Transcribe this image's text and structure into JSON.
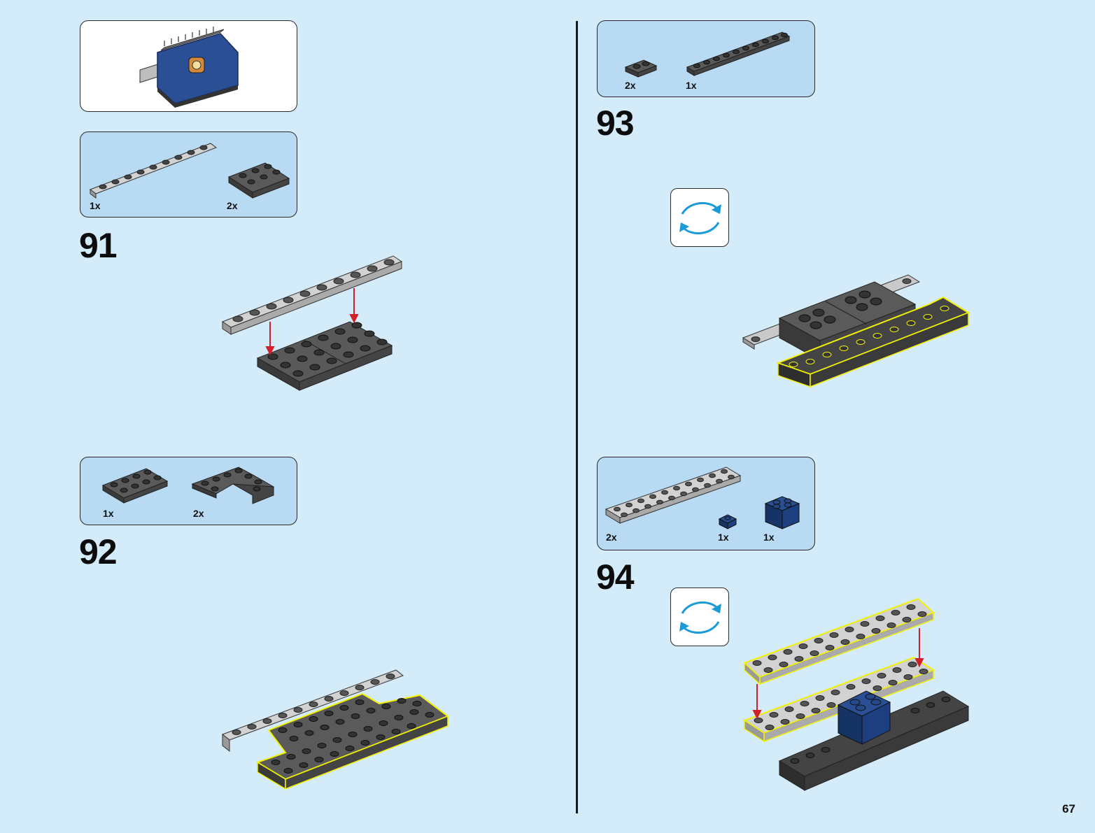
{
  "page": {
    "number": "67"
  },
  "result_preview": {
    "icon": "assembled-model-icon"
  },
  "steps": [
    {
      "number": "91",
      "parts": [
        {
          "qty": "1x",
          "icon": "gray-1x10-plate-icon"
        },
        {
          "qty": "2x",
          "icon": "dark-gray-2x3-plate-icon"
        }
      ]
    },
    {
      "number": "92",
      "parts": [
        {
          "qty": "1x",
          "icon": "dark-gray-2x4-plate-icon"
        },
        {
          "qty": "2x",
          "icon": "dark-gray-corner-plate-icon"
        }
      ]
    },
    {
      "number": "93",
      "parts": [
        {
          "qty": "2x",
          "icon": "dark-gray-1x2-plate-icon"
        },
        {
          "qty": "1x",
          "icon": "dark-gray-1x10-plate-icon"
        }
      ],
      "rotate": "rotate-model-icon"
    },
    {
      "number": "94",
      "parts": [
        {
          "qty": "2x",
          "icon": "gray-2x10-plate-icon"
        },
        {
          "qty": "1x",
          "icon": "blue-1x1-plate-icon"
        },
        {
          "qty": "1x",
          "icon": "blue-2x2-brick-icon"
        }
      ],
      "rotate": "rotate-model-icon"
    }
  ],
  "colors": {
    "page_bg": "#d4ebf9",
    "parts_bg": "#b8daf3",
    "light_gray": "#c8c8c8",
    "dark_gray": "#555555",
    "blue": "#1e3f7f",
    "arrow_red": "#d0202a",
    "rotate_blue": "#1a9ad6",
    "highlight_yellow": "#f2f200"
  }
}
